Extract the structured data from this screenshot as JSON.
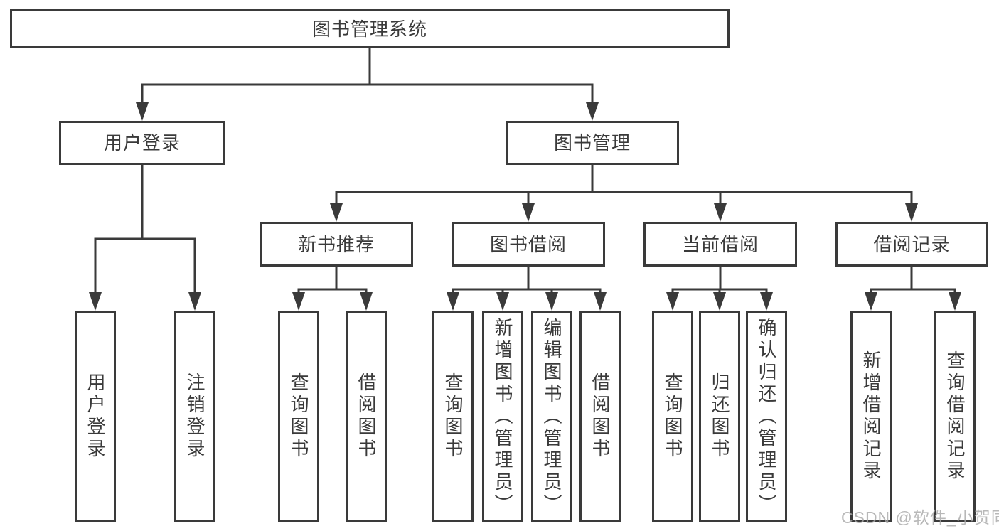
{
  "diagram_title": "图书管理系统",
  "tree": {
    "root": {
      "label": "图书管理系统"
    },
    "branches": [
      {
        "label": "用户登录",
        "children": [
          {
            "label": "用户登录"
          },
          {
            "label": "注销登录"
          }
        ]
      },
      {
        "label": "图书管理",
        "children": [
          {
            "label": "新书推荐",
            "children": [
              {
                "label": "查询图书"
              },
              {
                "label": "借阅图书"
              }
            ]
          },
          {
            "label": "图书借阅",
            "children": [
              {
                "label": "查询图书"
              },
              {
                "label": "新增图书（管理员）"
              },
              {
                "label": "编辑图书（管理员）"
              },
              {
                "label": "借阅图书"
              }
            ]
          },
          {
            "label": "当前借阅",
            "children": [
              {
                "label": "查询图书"
              },
              {
                "label": "归还图书"
              },
              {
                "label": "确认归还（管理员）"
              }
            ]
          },
          {
            "label": "借阅记录",
            "children": [
              {
                "label": "新增借阅记录"
              },
              {
                "label": "查询借阅记录"
              }
            ]
          }
        ]
      }
    ]
  },
  "watermark": {
    "text": "CSDN @软件_小贺同学"
  },
  "colors": {
    "line": "#3a3a3a",
    "text": "#3a3a3a",
    "background": "#ffffff",
    "watermark": "#a8a8a8"
  }
}
